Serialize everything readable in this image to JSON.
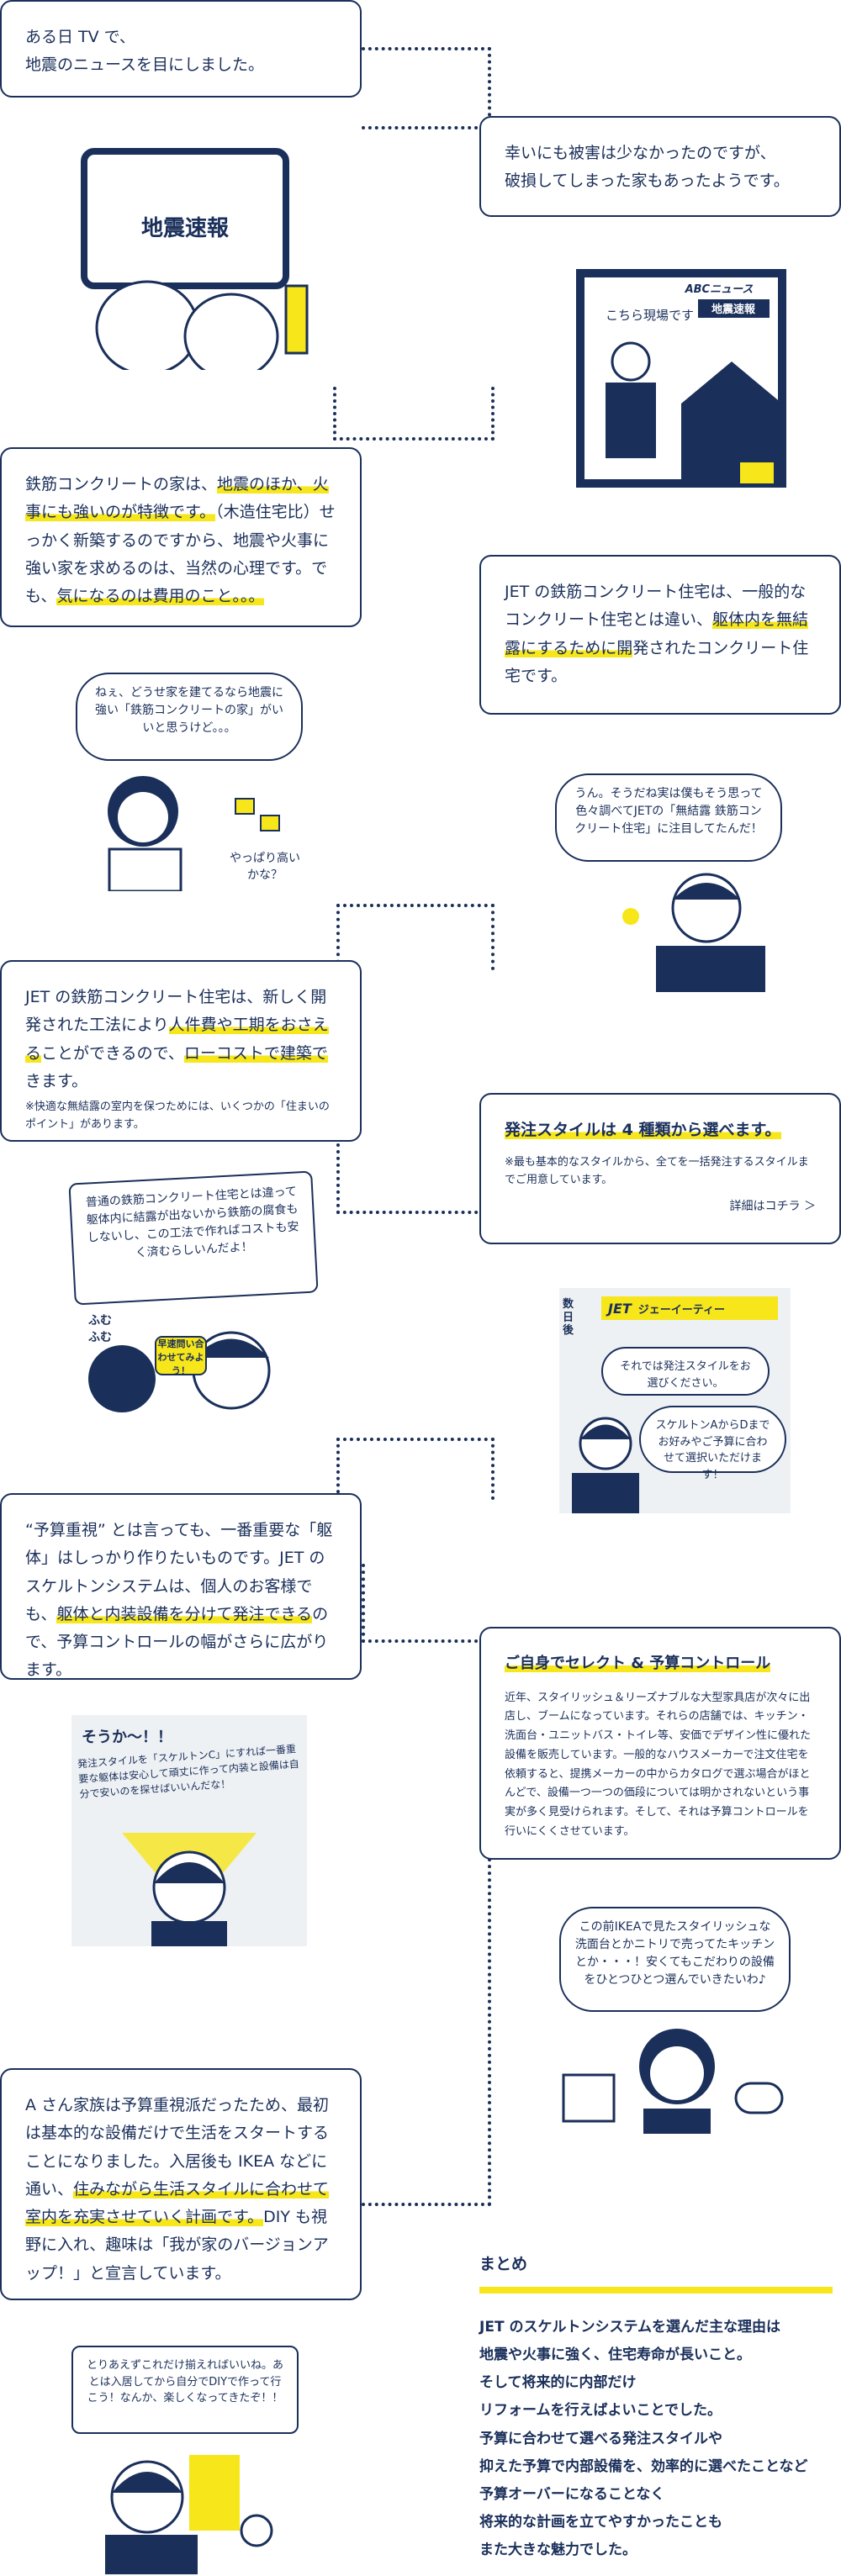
{
  "steps": [
    {
      "text": [
        "ある日 TV で、",
        "地震のニュースを目にしました。"
      ]
    },
    {
      "text": [
        "幸いにも被害は少なかったのですが、",
        "破損してしまった家もあったようです。"
      ]
    },
    {
      "parts": [
        {
          "t": "鉄筋コンクリートの家は、"
        },
        {
          "t": "地震のほか、",
          "hl": true
        },
        {
          "t": "火事にも強いのが特徴です。",
          "hl": true
        },
        {
          "t": "（木造住宅比）せっかく新築するのですから、地震や火事に強い家を求めるのは、当然の心理です。でも、"
        },
        {
          "t": "気になるのは費用のこと。。。",
          "hl": true
        }
      ]
    },
    {
      "parts": [
        {
          "t": "JET の鉄筋コンクリート住宅は、一般的なコンクリート住宅とは違い、"
        },
        {
          "t": "躯体内を無結露にするために開",
          "hl": true
        },
        {
          "t": "発されたコンクリート住宅です。"
        }
      ]
    },
    {
      "parts": [
        {
          "t": "JET の鉄筋コンクリート住宅は、新しく開発された工法により"
        },
        {
          "t": "人件費や工期をおさえる",
          "hl": true
        },
        {
          "t": "ことができるので、"
        },
        {
          "t": "ローコストで建築で",
          "hl": true
        },
        {
          "t": "きます。"
        }
      ],
      "note": "※快適な無結露の室内を保つためには、いくつかの「住まいのポイント」があります。"
    },
    {
      "heading": "発注スタイルは 4 種類から選べます。",
      "note": "※最も基本的なスタイルから、全てを一括発注するスタイルまでご用意しています。",
      "link": "詳細はコチラ ＞"
    },
    {
      "parts": [
        {
          "t": "“予算重視” とは言っても、一番重要な「躯体」はしっかり作りたいものです。JET のスケルトンシステムは、個人のお客様でも、"
        },
        {
          "t": "躯体と内装設備を分けて発注できる",
          "hl": true
        },
        {
          "t": "ので、予算コントロールの幅がさらに広がります。"
        }
      ]
    },
    {
      "heading": "ご自身でセレクト & 予算コントロール",
      "body": "近年、スタイリッシュ＆リーズナブルな大型家具店が次々に出店し、ブームになっています。それらの店舗では、キッチン・洗面台・ユニットバス・トイレ等、安価でデザイン性に優れた設備を販売しています。一般的なハウスメーカーで注文住宅を依頼すると、提携メーカーの中からカタログで選ぶ場合がほとんどで、設備一つ一つの価段については明かされないという事実が多く見受けられます。そして、それは予算コントロールを行いにくくさせています。"
    },
    {
      "parts": [
        {
          "t": "A さん家族は予算重視派だったため、最初は基本的な設備だけで生活をスタートすることになりました。入居後も IKEA などに通い、"
        },
        {
          "t": "住みながら生活スタイルに合わせて室内を充実させていく計画です。",
          "hl": true
        },
        {
          "t": "DIY も視野に入れ、趣味は「我が家のバージョンアップ！」と宣言しています。"
        }
      ]
    }
  ],
  "illustrations": {
    "tv_screen": "地震速報",
    "news_badge": "ABCニュース",
    "news_flash": "地震速報",
    "reporter": "こちら現場です",
    "wife_say": "ねぇ、どうせ家を建てるなら地震に強い「鉄筋コンクリートの家」がいいと思うけど。。。",
    "wife_worry": "やっぱり高いかな？",
    "husband_say": "うん。そうだね実は僕もそう思って色々調べてJETの「無結露 鉄筋コンクリート住宅」に注目してたんだ！",
    "couple_say": "普通の鉄筋コンクリート住宅とは違って躯体内に結露が出ないから鉄筋の腐食もしないし、この工法で作ればコストも安く済むらしいんだよ！",
    "fumu": "ふむふむ",
    "call": "早速問い合わせてみよう！",
    "sign_side": "数日後",
    "jet_logo": "JET",
    "jet_name": "ジェーイーティー",
    "staff_say1": "それでは発注スタイルをお選びください。",
    "staff_say2": "スケルトンAからDまでお好みやご予算に合わせて選択いただけます！",
    "man2_say1": "そうか〜！！",
    "man2_say2": "発注スタイルを「スケルトンC」にすれば一番重要な躯体は安心して頑丈に作って内装と設備は自分で安いのを探せばいいんだな！",
    "woman2_say": "この前IKEAで見たスタイリッシュな洗面台とかニトリで売ってたキッチンとか・・・！安くてもこだわりの設備をひとつひとつ選んでいきたいわ♪",
    "man3_say": "とりあえずこれだけ揃えればいいね。あとは入居してから自分でDIYで作って行こう！なんか、楽しくなってきたぞ！！"
  },
  "summary": {
    "title": "まとめ",
    "lines": [
      "JET のスケルトンシステムを選んだ主な理由は",
      "地震や火事に強く、住宅寿命が長いこと。",
      "そして将来的に内部だけ",
      "リフォームを行えばよいことでした。",
      "予算に合わせて選べる発注スタイルや",
      "抑えた予算で内部設備を、効率的に選べたことなど",
      "予算オーバーになることなく",
      "将来的な計画を立てやすかったことも",
      "また大きな魅力でした。"
    ]
  },
  "colors": {
    "navy": "#1a2f5a",
    "accent": "#f6e61a"
  }
}
